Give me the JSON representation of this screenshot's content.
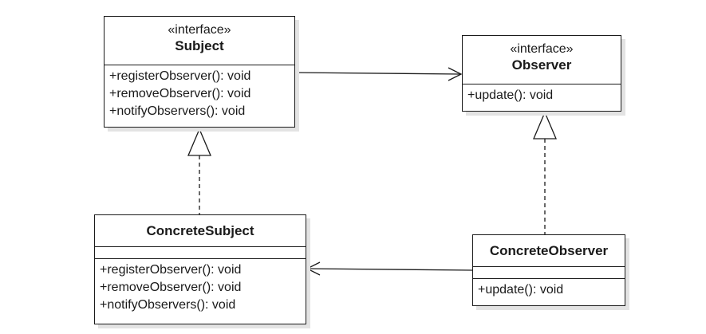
{
  "classes": {
    "subject": {
      "stereotype": "«interface»",
      "name": "Subject",
      "operations": [
        "+registerObserver(): void",
        "+removeObserver(): void",
        "+notifyObservers(): void"
      ]
    },
    "observer": {
      "stereotype": "«interface»",
      "name": "Observer",
      "operations": [
        "+update(): void"
      ]
    },
    "concrete_subject": {
      "name": "ConcreteSubject",
      "operations": [
        "+registerObserver(): void",
        "+removeObserver(): void",
        "+notifyObservers(): void"
      ]
    },
    "concrete_observer": {
      "name": "ConcreteObserver",
      "operations": [
        "+update(): void"
      ]
    }
  },
  "relationships": [
    {
      "type": "association",
      "from": "Subject",
      "to": "Observer",
      "arrow": "open"
    },
    {
      "type": "realization",
      "from": "ConcreteSubject",
      "to": "Subject",
      "arrow": "hollow-triangle",
      "line": "dashed"
    },
    {
      "type": "realization",
      "from": "ConcreteObserver",
      "to": "Observer",
      "arrow": "hollow-triangle",
      "line": "dashed"
    },
    {
      "type": "association",
      "from": "ConcreteObserver",
      "to": "ConcreteSubject",
      "arrow": "open"
    }
  ],
  "colors": {
    "line": "#1a1a1a",
    "shadow": "#e3e3e3",
    "background": "#ffffff"
  }
}
